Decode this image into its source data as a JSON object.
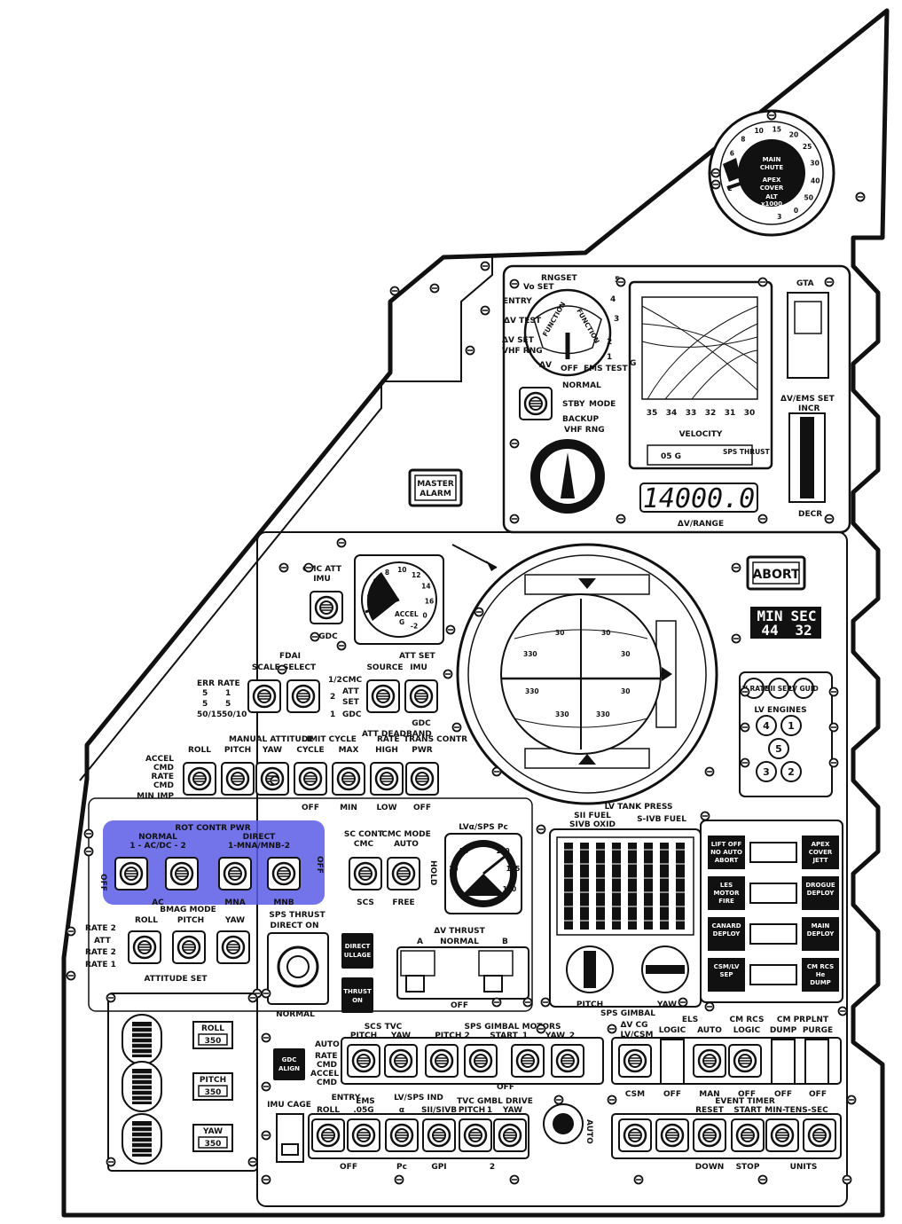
{
  "colors": {
    "line": "#111111",
    "highlight": "#5a5ae6",
    "panel": "#ffffff"
  },
  "altimeter": {
    "label1": "MAIN",
    "label2": "CHUTE",
    "label3": "APEX",
    "label4": "COVER",
    "label5": "ALT",
    "label6": "x1000",
    "ticks": [
      "2",
      "4",
      "6",
      "8",
      "10",
      "15",
      "20",
      "25",
      "30",
      "40",
      "50",
      "0",
      "3"
    ]
  },
  "ems": {
    "rng_set": "RNGSET",
    "vo_set": "Vo SET",
    "entry": "ENTRY",
    "dv_test": "ΔV TEST",
    "dv_set": "ΔV SET",
    "vhf_rng": "VHF RNG",
    "dv": "ΔV",
    "off": "OFF",
    "ems_test": "EMS TEST",
    "dial_nums": [
      "5",
      "4",
      "3",
      "2",
      "1"
    ],
    "normal": "NORMAL",
    "stby": "STBY",
    "mode": "MODE",
    "backup": "BACKUP",
    "vhf_rng2": "VHF RNG",
    "velocity": "VELOCITY",
    "g": "G",
    "vel_ticks": [
      "35",
      "34",
      "33",
      "32",
      "31",
      "30"
    ],
    "g05": "05 G",
    "sps_thrust": "SPS THRUST",
    "dv_range_value": "14000.0",
    "dv_range_label": "ΔV/RANGE",
    "gta": "GTA",
    "dv_ems_set": "ΔV/EMS SET",
    "incr": "INCR",
    "decr": "DECR"
  },
  "master_alarm": {
    "line1": "MASTER",
    "line2": "ALARM"
  },
  "abort": {
    "label": "ABORT"
  },
  "mission_timer": {
    "min_label": "MIN",
    "sec_label": "SEC",
    "min": "44",
    "sec": "32"
  },
  "lv_engines": {
    "title": "LV ENGINES",
    "lights": [
      "LV RATE",
      "SII SEP",
      "LV GUID"
    ],
    "engines": [
      "4",
      "1",
      "5",
      "3",
      "2"
    ]
  },
  "cmc_att": {
    "line1": "CMC ATT",
    "line2": "IMU",
    "gdc": "GDC"
  },
  "accel": {
    "label": "ACCEL",
    "unit": "G",
    "ticks": [
      "2",
      "4",
      "6",
      "8",
      "10",
      "12",
      "14",
      "16",
      "0",
      "-2"
    ]
  },
  "fdai": {
    "title": "FDAI",
    "scale_select": "SCALE SELECT",
    "att_set": "ATT SET",
    "source": "SOURCE",
    "imu": "IMU",
    "err_rate": "ERR RATE",
    "r1": "5",
    "r2": "5",
    "r3": "1",
    "r4": "5",
    "r5": "50/15",
    "r6": "50/10",
    "half": "1/2",
    "two": "2",
    "one": "1",
    "cmc": "CMC",
    "att_set2": "ATT SET",
    "gdc": "GDC",
    "gdc2": "GDC",
    "ball_nums": [
      "30",
      "30",
      "330",
      "30",
      "330",
      "30",
      "330",
      "330"
    ]
  },
  "manual_attitude": {
    "group": "MANUAL ATTITUDE",
    "limit_cycle": "LIMIT CYCLE",
    "att_deadband": "ATT DEADBAND",
    "max": "MAX",
    "rate": "RATE",
    "high": "HIGH",
    "trans_contr": "TRANS CONTR",
    "pwr": "PWR",
    "cols": [
      "ROLL",
      "PITCH",
      "YAW",
      "CYCLE",
      "MAX",
      "HIGH",
      "PWR"
    ],
    "left": [
      "ACCEL",
      "CMD",
      "RATE",
      "CMD",
      "MIN IMP"
    ],
    "bottom": [
      "OFF",
      "MIN",
      "LOW",
      "OFF"
    ]
  },
  "rot_contr_pwr": {
    "title": "ROT CONTR PWR",
    "normal": "NORMAL",
    "normal_sub": "1 - AC/DC - 2",
    "direct": "DIRECT",
    "direct_sub": "1-MNA/MNB-2",
    "off_left": "OFF",
    "off_right": "OFF",
    "bottom": [
      "AC",
      "MNA",
      "MNB"
    ]
  },
  "sc_cont": {
    "label": "SC CONT",
    "cmc": "CMC",
    "cmc_mode": "CMC MODE",
    "auto": "AUTO",
    "hold": "HOLD",
    "scs": "SCS",
    "free": "FREE"
  },
  "bmag": {
    "title": "BMAG MODE",
    "cols": [
      "ROLL",
      "PITCH",
      "YAW"
    ],
    "left": [
      "RATE 2",
      "ATT",
      "RATE 2",
      "RATE 1"
    ],
    "bottom": "ATTITUDE SET"
  },
  "sps_thrust_direct": {
    "line1": "SPS THRUST",
    "line2": "DIRECT ON",
    "normal": "NORMAL"
  },
  "direct_ullage": {
    "line1": "DIRECT",
    "line2": "ULLAGE"
  },
  "thrust_on": {
    "line1": "THRUST",
    "line2": "ON"
  },
  "dv_thrust": {
    "title": "ΔV THRUST",
    "a": "A",
    "normal": "NORMAL",
    "b": "B",
    "off": "OFF"
  },
  "lv_sps_pc": {
    "title": "LVα/SPS Pc",
    "ticks": [
      "0",
      "25",
      "50",
      "75",
      "100",
      "125",
      "150"
    ]
  },
  "lv_tank_press": {
    "title": "LV TANK PRESS",
    "sii_fuel": "SII FUEL",
    "sivb_oxid": "SIVB OXID",
    "sivb_fuel": "S-IVB FUEL"
  },
  "sps_gimbal": {
    "pitch": "PITCH",
    "yaw": "YAW",
    "label": "SPS GIMBAL"
  },
  "els_lights": [
    {
      "left": "LIFT OFF",
      "left2": "NO AUTO",
      "left3": "ABORT",
      "right": "APEX",
      "right2": "COVER",
      "right3": "JETT"
    },
    {
      "left": "LES",
      "left2": "MOTOR",
      "left3": "FIRE",
      "right": "DROGUE",
      "right2": "DEPLOY",
      "right3": ""
    },
    {
      "left": "CANARD",
      "left2": "DEPLOY",
      "left3": "",
      "right": "MAIN",
      "right2": "DEPLOY",
      "right3": ""
    },
    {
      "left": "CSM/LV",
      "left2": "SEP",
      "left3": "",
      "right": "CM RCS",
      "right2": "He",
      "right3": "DUMP"
    }
  ],
  "att_displays": [
    {
      "label": "ROLL",
      "value": "350"
    },
    {
      "label": "PITCH",
      "value": "350"
    },
    {
      "label": "YAW",
      "value": "350"
    }
  ],
  "gdc_align": {
    "line1": "GDC",
    "line2": "ALIGN"
  },
  "scs_tvc": {
    "title": "SCS TVC",
    "pitch": "PITCH",
    "yaw": "YAW",
    "left": [
      "AUTO",
      "RATE",
      "CMD",
      "ACCEL",
      "CMD"
    ],
    "off": "OFF"
  },
  "sps_gimbal_motors": {
    "title": "SPS GIMBAL MOTORS",
    "cols": [
      "PITCH 2",
      "START",
      "1",
      "YAW",
      "2"
    ],
    "off": "OFF"
  },
  "dv_cg": {
    "line1": "ΔV CG",
    "line2": "LV/CSM",
    "csm": "CSM"
  },
  "els": {
    "title": "ELS",
    "logic": "LOGIC",
    "auto": "AUTO",
    "off": "OFF",
    "man": "MAN"
  },
  "cm_rcs": {
    "title": "CM RCS",
    "logic": "LOGIC",
    "off": "OFF"
  },
  "cm_prplnt": {
    "title": "CM PRPLNT",
    "dump": "DUMP",
    "purge": "PURGE",
    "off1": "OFF",
    "off2": "OFF"
  },
  "imu_cage": {
    "label": "IMU CAGE"
  },
  "entry": {
    "entry": "ENTRY",
    "ems": "EMS",
    "roll": "ROLL",
    "g05": ".05G",
    "alpha": "α",
    "lv_sps_ind": "LV/SPS IND",
    "sii_sivb": "SII/SIVB",
    "tvc_gmbl": "TVC GMBL DRIVE",
    "pitch": "PITCH",
    "one": "1",
    "yaw": "YAW",
    "bottom": [
      "OFF",
      "Pc",
      "GPI",
      "2"
    ],
    "auto": "AUTO"
  },
  "event_timer": {
    "title": "EVENT TIMER",
    "cols": [
      "RESET",
      "START",
      "MIN-TENS-SEC"
    ],
    "bottom": [
      "DOWN",
      "STOP",
      "UNITS"
    ]
  }
}
